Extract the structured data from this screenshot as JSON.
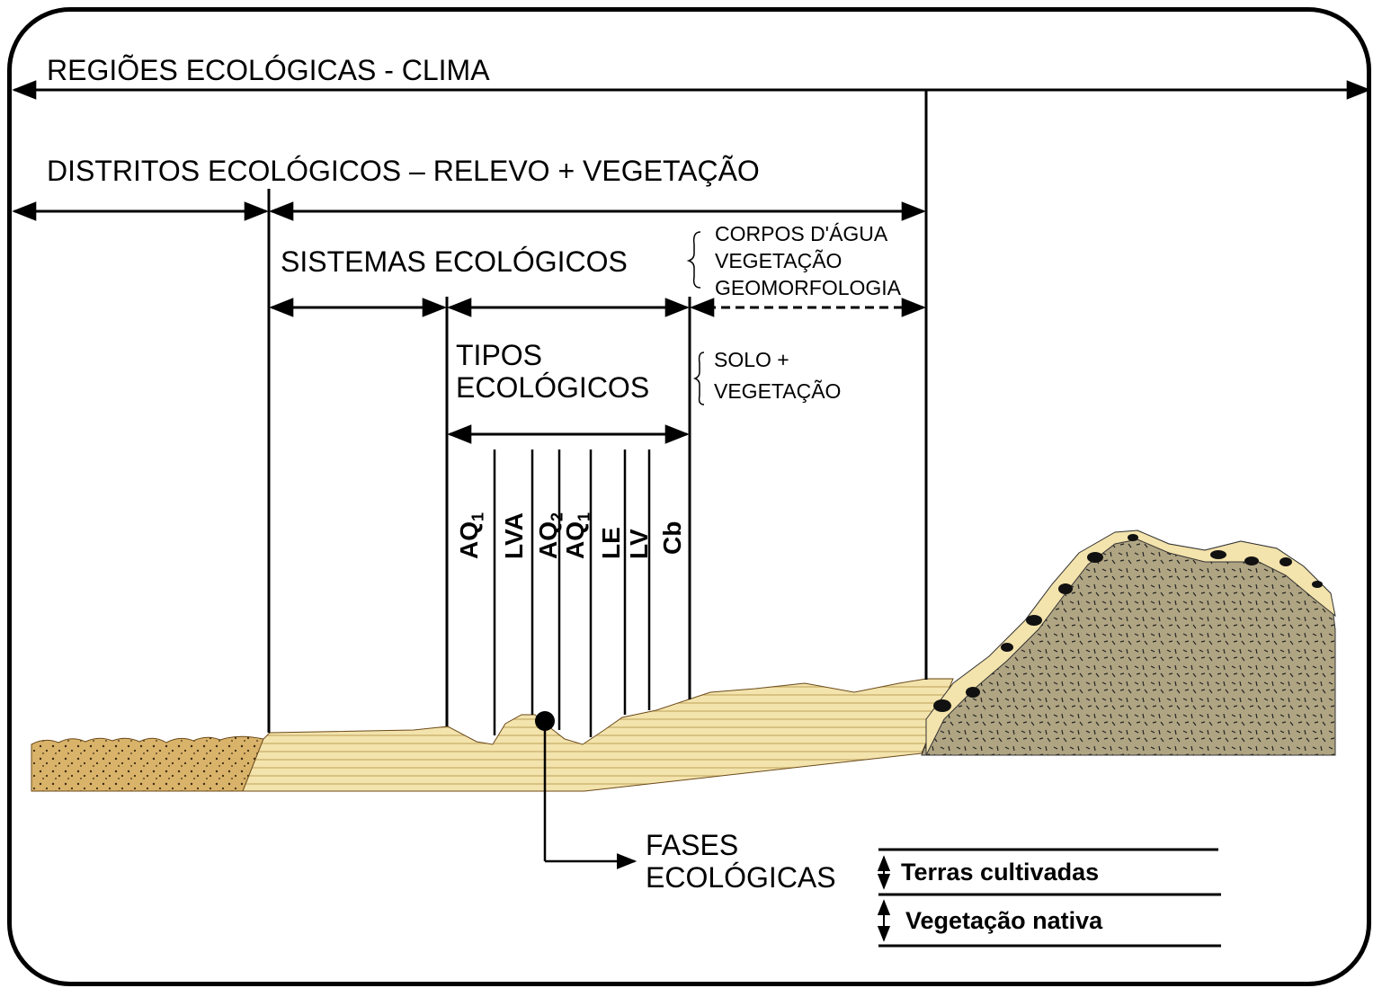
{
  "levels": {
    "regioes": "REGIÕES ECOLÓGICAS - CLIMA",
    "distritos": "DISTRITOS ECOLÓGICOS – RELEVO + VEGETAÇÃO",
    "sistemas": "SISTEMAS ECOLÓGICOS",
    "sistemas_brace": [
      "CORPOS D'ÁGUA",
      "VEGETAÇÃO",
      "GEOMORFOLOGIA"
    ],
    "tipos": [
      "TIPOS",
      "ECOLÓGICOS"
    ],
    "tipos_brace": [
      "SOLO +",
      "VEGETAÇÃO"
    ],
    "fases": [
      "FASES",
      "ECOLÓGICAS"
    ]
  },
  "soil_types": [
    {
      "base": "AQ",
      "sub": "1"
    },
    {
      "base": "LVA",
      "sub": ""
    },
    {
      "base": "AQ",
      "sub": "2"
    },
    {
      "base": "AQ",
      "sub": "1"
    },
    {
      "base": "LE",
      "sub": ""
    },
    {
      "base": "LV",
      "sub": ""
    },
    {
      "base": "Cb",
      "sub": ""
    }
  ],
  "legend": {
    "cultivated": "Terras cultivadas",
    "native": "Vegetação nativa"
  },
  "colors": {
    "sand": "#d9b36a",
    "layered": "#f3e3ac",
    "rock": "#b0a583",
    "gravel_band": "#f3e3ac"
  }
}
